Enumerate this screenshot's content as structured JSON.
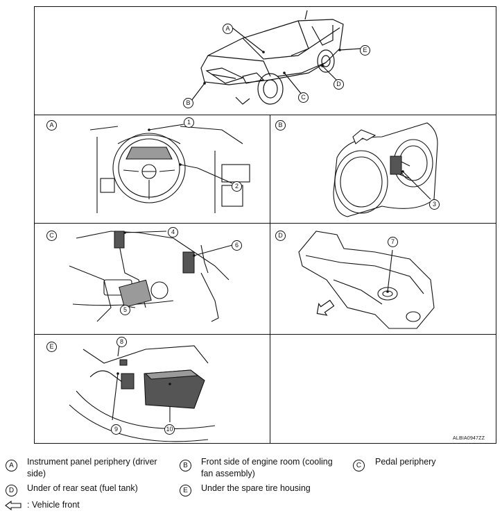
{
  "reference_code": "ALBIA0947ZZ",
  "overview": {
    "letters": [
      "A",
      "B",
      "C",
      "D",
      "E"
    ]
  },
  "panels": [
    {
      "letter": "A",
      "callouts": [
        "1",
        "2"
      ]
    },
    {
      "letter": "B",
      "callouts": [
        "3"
      ]
    },
    {
      "letter": "C",
      "callouts": [
        "4",
        "5",
        "6"
      ]
    },
    {
      "letter": "D",
      "callouts": [
        "7"
      ]
    },
    {
      "letter": "E",
      "callouts": [
        "8",
        "9",
        "10"
      ]
    }
  ],
  "legend": {
    "items": [
      {
        "letter": "A",
        "text_line1": "Instrument panel periphery (driver",
        "text_line2": "side)"
      },
      {
        "letter": "B",
        "text_line1": "Front side of engine room (cooling",
        "text_line2": "fan assembly)"
      },
      {
        "letter": "C",
        "text_line1": "Pedal periphery",
        "text_line2": ""
      },
      {
        "letter": "D",
        "text_line1": "Under of rear seat (fuel tank)",
        "text_line2": ""
      },
      {
        "letter": "E",
        "text_line1": "Under the spare tire housing",
        "text_line2": ""
      }
    ],
    "arrow_text": ": Vehicle front"
  },
  "colors": {
    "line": "#111111",
    "fill_dark": "#555555",
    "fill_mid": "#9a9a9a",
    "background": "#ffffff"
  }
}
